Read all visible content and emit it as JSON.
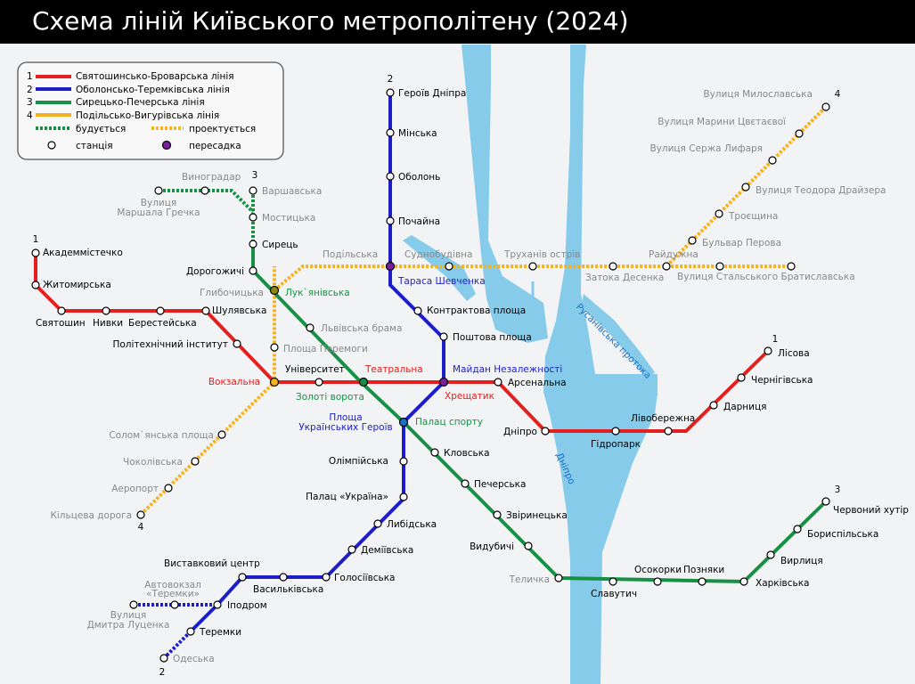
{
  "title": "Схема ліній Київського метрополітену (2024)",
  "colors": {
    "line1": "#e41f1f",
    "line2": "#1d1ec8",
    "line3": "#179046",
    "line4": "#f5b21f",
    "water": "#86cbea",
    "background": "#f2f3f5",
    "transfer": "#7a1fa2"
  },
  "legend": {
    "items": [
      {
        "num": "1",
        "label": "Святошинсько-Броварська лінія"
      },
      {
        "num": "2",
        "label": "Оболонсько-Теремківська лінія"
      },
      {
        "num": "3",
        "label": "Сирецько-Печерська лінія"
      },
      {
        "num": "4",
        "label": "Подільсько-Вигурівська лінія"
      }
    ],
    "building": "будується",
    "projected": "проектується",
    "station": "станція",
    "transfer": "пересадка"
  },
  "line_numbers": {
    "l1_west": "1",
    "l1_east": "1",
    "l2_north": "2",
    "l2_south": "2",
    "l3_north": "3",
    "l3_east": "3",
    "l4_north": "4",
    "l4_south": "4"
  },
  "rivers": {
    "dnipro": "Дніпро",
    "rusanivska": "Русанівська протока"
  },
  "stations": {
    "akademmistechko": "Академмістечко",
    "zhytomyrska": "Житомирська",
    "sviatoshyn": "Святошин",
    "nyvky": "Нивки",
    "beresteiska": "Берестейська",
    "shuliavska": "Шулявська",
    "polytechnic": "Політехнічний інститут",
    "vokzalna": "Вокзальна",
    "universytet": "Університет",
    "teatralna": "Театральна",
    "khreshchatyk": "Хрещатик",
    "arsenalna": "Арсенальна",
    "dnipro": "Дніпро",
    "hidropark": "Гідропарк",
    "livoberezhna": "Лівобережна",
    "darnytsia": "Дарниця",
    "chernihivska": "Чернігівська",
    "lisova": "Лісова",
    "heroiv_dnipra": "Героїв Дніпра",
    "minska": "Мінська",
    "obolon": "Оболонь",
    "pochaina": "Почайна",
    "tarasa_shevchenka": "Тараса Шевченка",
    "kontraktova": "Контрактова площа",
    "poshtova": "Поштова площа",
    "maidan": "Майдан Незалежності",
    "ploshcha_ukr_heroiv_1": "Площа",
    "ploshcha_ukr_heroiv_2": "Українських Героїв",
    "olimpiiska": "Олімпійська",
    "palats_ukraina": "Палац «Україна»",
    "lybidska": "Либідська",
    "demiivska": "Деміївська",
    "holosiivska": "Голосіївська",
    "vasylkivska": "Васильківська",
    "vystavkovyi": "Виставковий центр",
    "ipodrom": "Іподром",
    "teremky": "Теремки",
    "avtovokzal_1": "Автовокзал",
    "avtovokzal_2": "«Теремки»",
    "lutsenka_1": "Вулиця",
    "lutsenka_2": "Дмитра Луценка",
    "odeska": "Одеська",
    "varshavska": "Варшавська",
    "mostytska": "Мостицька",
    "syrets": "Сирець",
    "dorohozhychi": "Дорогожичі",
    "lukianivska": "Лук`янівська",
    "lvivska_brama": "Львівська брама",
    "zoloti_vorota": "Золоті ворота",
    "palats_sportu": "Палац спорту",
    "klovska": "Кловська",
    "pecherska": "Печерська",
    "zvirynetska": "Звіринецька",
    "vydubychi": "Видубичі",
    "telichka": "Теличка",
    "slavutych": "Славутич",
    "osokorky": "Осокорки",
    "pozniaky": "Позняки",
    "kharkivska": "Харківська",
    "vyrlytsia": "Вирлиця",
    "boryspilska": "Бориспільська",
    "chervonyi_khutir": "Червоний хутір",
    "vynohradar": "Виноградар",
    "hrechka_1": "Вулиця",
    "hrechka_2": "Маршала Гречка",
    "podilska": "Подільська",
    "sudnobudivna": "Суднобудівна",
    "trukhaniv": "Труханів острів",
    "zatoka_desenka": "Затока Десенка",
    "raiduzhna": "Райдужна",
    "stalskoho": "Вулиця Стальського Братиславська",
    "perova": "Бульвар Перова",
    "troieshchyna": "Троєщина",
    "draizera": "Вулиця Теодора Драйзера",
    "lyfaria": "Вулиця Сержа Лифаря",
    "tsvetaievoi": "Вулиця Марини Цвєтаєвої",
    "miloslavska": "Вулиця Милославська",
    "hlybochytska": "Глибочицька",
    "ploshcha_peremohy": "Площа Перемоги",
    "solomianska": "Солом`янська площа",
    "chokolivska": "Чоколівська",
    "aeroport": "Аеропорт",
    "kiltseva": "Кільцева дорога"
  }
}
